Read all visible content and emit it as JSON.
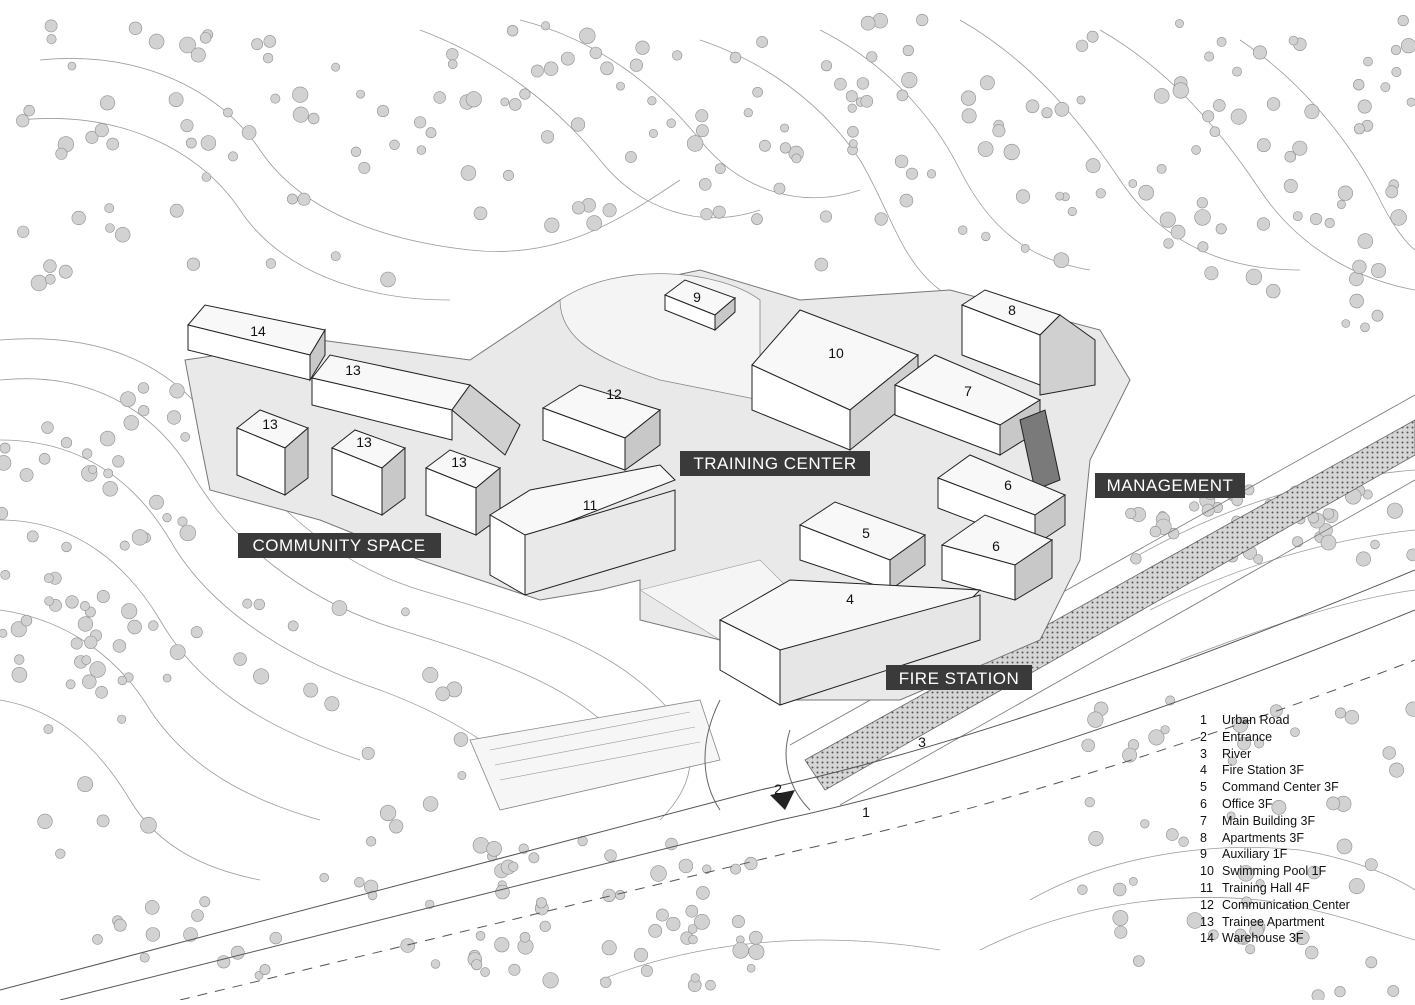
{
  "zones": {
    "training": "TRAINING CENTER",
    "management": "MANAGEMENT",
    "community": "COMMUNITY SPACE",
    "fire": "FIRE STATION"
  },
  "buildings": {
    "b14": "14",
    "b13a": "13",
    "b13b": "13",
    "b13c": "13",
    "b13d": "13",
    "b12": "12",
    "b11": "11",
    "b10": "10",
    "b9": "9",
    "b8": "8",
    "b7": "7",
    "b6a": "6",
    "b6b": "6",
    "b5": "5",
    "b4": "4"
  },
  "site_markers": {
    "road": "1",
    "entrance": "2",
    "river": "3"
  },
  "legend": [
    {
      "num": "1",
      "label": "Urban Road"
    },
    {
      "num": "2",
      "label": "Entrance"
    },
    {
      "num": "3",
      "label": "River"
    },
    {
      "num": "4",
      "label": "Fire Station 3F"
    },
    {
      "num": "5",
      "label": "Command Center 3F"
    },
    {
      "num": "6",
      "label": "Office 3F"
    },
    {
      "num": "7",
      "label": "Main Building 3F"
    },
    {
      "num": "8",
      "label": "Apartments 3F"
    },
    {
      "num": "9",
      "label": "Auxiliary 1F"
    },
    {
      "num": "10",
      "label": "Swimming Pool 1F"
    },
    {
      "num": "11",
      "label": "Training Hall 4F"
    },
    {
      "num": "12",
      "label": "Communication Center"
    },
    {
      "num": "13",
      "label": "Trainee Apartment"
    },
    {
      "num": "14",
      "label": "Warehouse 3F"
    }
  ],
  "colors": {
    "background": "#ffffff",
    "label_bg": "#3a3a3a",
    "ground": "#e6e6e6",
    "tree": "#bdbdbd",
    "line": "#444444"
  }
}
